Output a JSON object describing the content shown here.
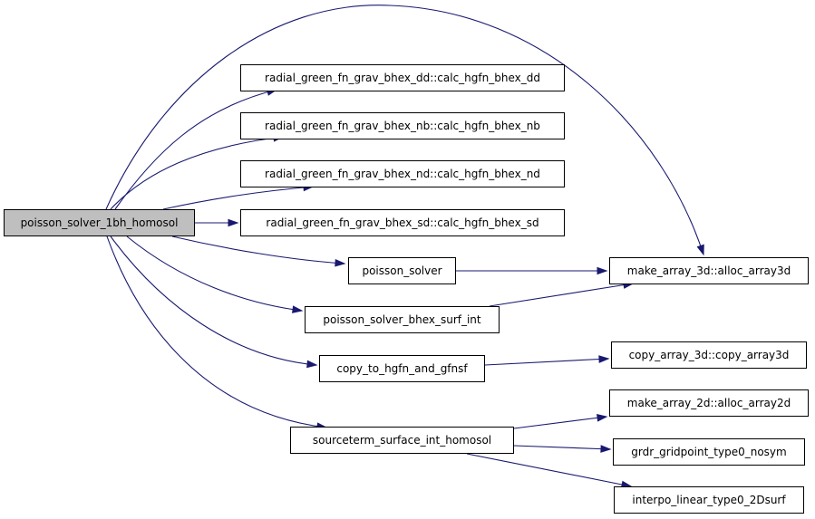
{
  "graph": {
    "edge_color": "#191970",
    "root_fill": "#bfbfbf",
    "nodes": {
      "root": "poisson_solver_1bh_homosol",
      "dd": "radial_green_fn_grav_bhex_dd::calc_hgfn_bhex_dd",
      "nb": "radial_green_fn_grav_bhex_nb::calc_hgfn_bhex_nb",
      "nd": "radial_green_fn_grav_bhex_nd::calc_hgfn_bhex_nd",
      "sd": "radial_green_fn_grav_bhex_sd::calc_hgfn_bhex_sd",
      "ps": "poisson_solver",
      "psb": "poisson_solver_bhex_surf_int",
      "cth": "copy_to_hgfn_and_gfnsf",
      "sti": "sourceterm_surface_int_homosol",
      "a3d": "make_array_3d::alloc_array3d",
      "c3d": "copy_array_3d::copy_array3d",
      "a2d": "make_array_2d::alloc_array2d",
      "grdr": "grdr_gridpoint_type0_nosym",
      "interp": "interpo_linear_type0_2Dsurf"
    },
    "edges": [
      [
        "root",
        "dd"
      ],
      [
        "root",
        "nb"
      ],
      [
        "root",
        "nd"
      ],
      [
        "root",
        "sd"
      ],
      [
        "root",
        "ps"
      ],
      [
        "root",
        "psb"
      ],
      [
        "root",
        "cth"
      ],
      [
        "root",
        "sti"
      ],
      [
        "root",
        "a3d"
      ],
      [
        "ps",
        "a3d"
      ],
      [
        "psb",
        "a3d"
      ],
      [
        "cth",
        "c3d"
      ],
      [
        "sti",
        "a2d"
      ],
      [
        "sti",
        "grdr"
      ],
      [
        "sti",
        "interp"
      ]
    ]
  }
}
